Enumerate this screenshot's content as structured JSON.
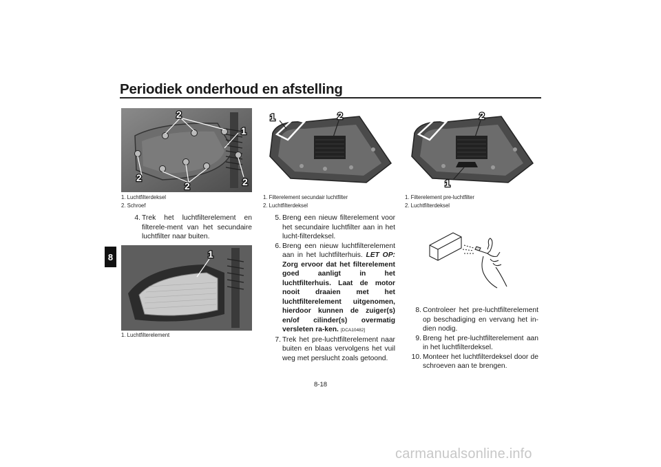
{
  "header": {
    "title": "Periodiek onderhoud en afstelling",
    "chapter": "8"
  },
  "figures": [
    {
      "id": "fig1",
      "callouts": [
        "2",
        "1",
        "2",
        "2",
        "2"
      ],
      "caption": [
        "1. Luchtfilterdeksel",
        "2. Schroef"
      ]
    },
    {
      "id": "fig2",
      "callouts": [
        "1"
      ],
      "caption": [
        "1. Luchtfilterelement"
      ]
    },
    {
      "id": "fig3",
      "callouts": [
        "1",
        "2"
      ],
      "caption": [
        "1. Filterelement secundair luchtfilter",
        "2. Luchtfilterdeksel"
      ]
    },
    {
      "id": "fig4",
      "callouts": [
        "2",
        "1"
      ],
      "caption": [
        "1. Filterelement pre-luchtfilter",
        "2. Luchtfilterdeksel"
      ]
    }
  ],
  "steps": {
    "s4": {
      "num": "4.",
      "text": "Trek het luchtfilterelement en filterele-ment van het secundaire luchtfilter naar buiten."
    },
    "s5": {
      "num": "5.",
      "text": "Breng een nieuw filterelement voor het secundaire luchtfilter aan in het lucht-filterdeksel."
    },
    "s6": {
      "num": "6.",
      "text": "Breng een nieuw luchtfilterelement aan in het luchtfilterhuis.",
      "notice_label": "LET OP:",
      "notice": "Zorg ervoor dat het filterelement goed aanligt in het luchtfilterhuis. Laat de motor nooit draaien met het luchtfilterelement uitgenomen, hierdoor kunnen de zuiger(s) en/of cilinder(s) overmatig versleten ra-ken.",
      "code": "[DCA10482]"
    },
    "s7": {
      "num": "7.",
      "text": "Trek het pre-luchtfilterelement naar buiten en blaas vervolgens het vuil weg met perslucht zoals getoond."
    },
    "s8": {
      "num": "8.",
      "text": "Controleer het pre-luchtfilterelement op beschadiging en vervang het in-dien nodig."
    },
    "s9": {
      "num": "9.",
      "text": "Breng het pre-luchtfilterelement aan in het luchtfilterdeksel."
    },
    "s10": {
      "num": "10.",
      "text": "Monteer het luchtfilterdeksel door de schroeven aan te brengen."
    }
  },
  "footer": {
    "page_number": "8-18",
    "watermark": "carmanualsonline.info"
  }
}
